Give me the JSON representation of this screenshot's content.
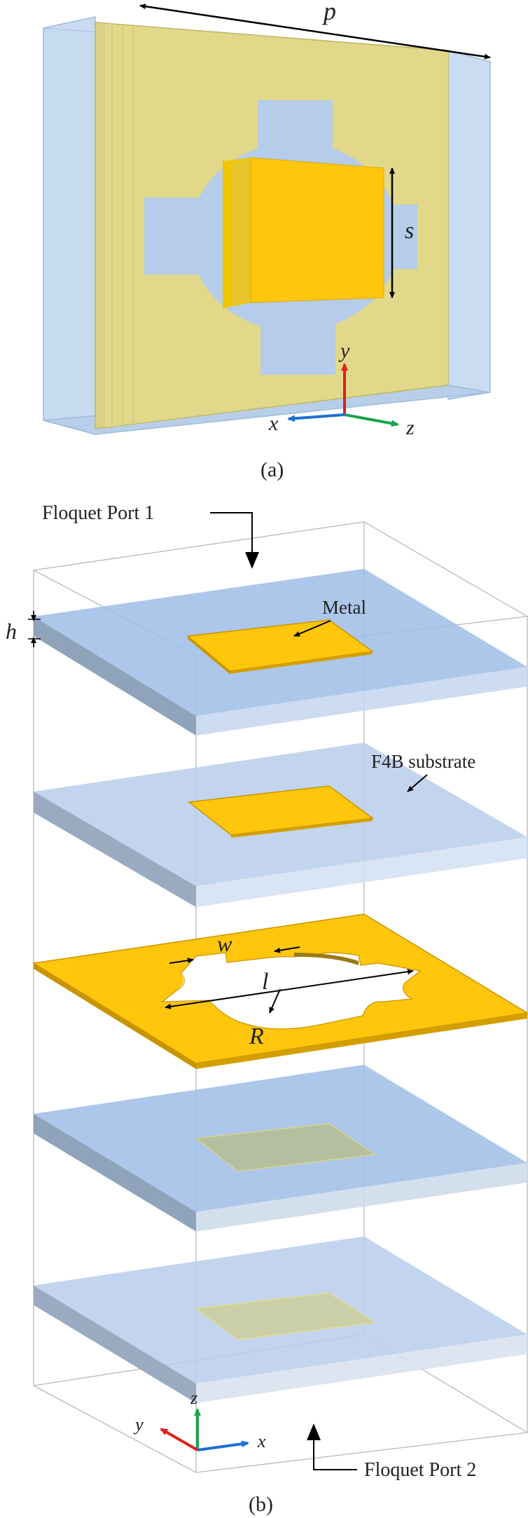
{
  "panel_a": {
    "caption": "(a)",
    "dimensions": {
      "p": "p",
      "s": "s"
    },
    "axes": {
      "x": "x",
      "y": "y",
      "z": "z"
    }
  },
  "panel_b": {
    "caption": "(b)",
    "port_top": "Floquet Port 1",
    "port_bottom": "Floquet Port 2",
    "metal_label": "Metal",
    "substrate_label": "F4B substrate",
    "dimensions": {
      "h": "h",
      "w": "w",
      "l": "l",
      "R": "R"
    },
    "axes": {
      "x": "x",
      "y": "y",
      "z": "z"
    }
  },
  "colors": {
    "metal": "#ffc60b",
    "metal_edge": "#c89500",
    "substrate": "#a9c8ee",
    "substrate_dark": "#7f98b6",
    "axis_x": "#1f6ed4",
    "axis_y": "#e0201a",
    "axis_z": "#19a44a"
  }
}
